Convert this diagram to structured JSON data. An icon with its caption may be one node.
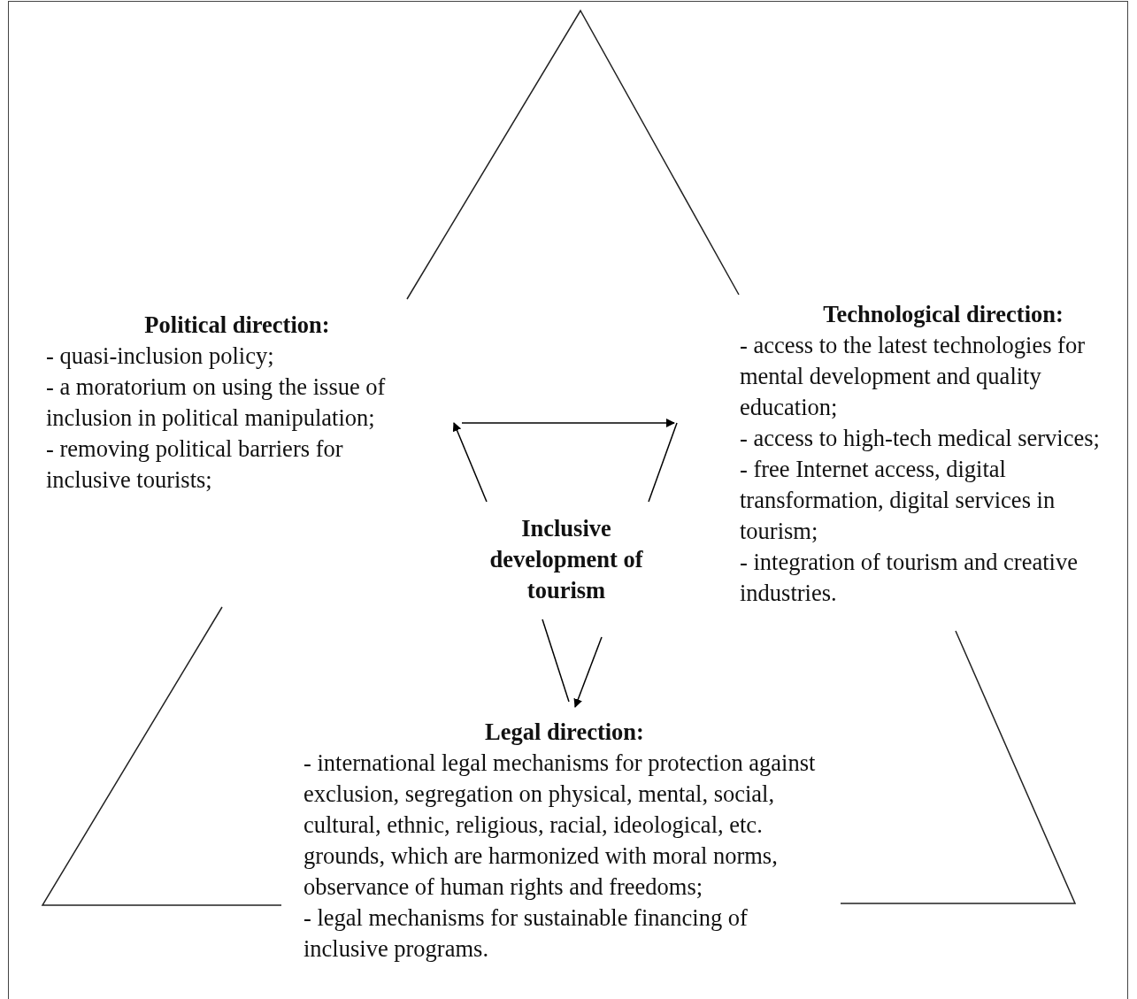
{
  "diagram": {
    "nodes": [
      {
        "text": [
          "Political direction:",
          "- quasi-inclusion policy;",
          "- a moratorium on using the issue of inclusion in political manipulation;",
          "- removing political barriers for inclusive tourists;"
        ]
      },
      {
        "text": [
          "Technological direction:",
          "- access to the latest technologies for mental development and quality education;",
          "- access to high-tech medical services;",
          "- free Internet access, digital transformation, digital services in tourism;",
          "- integration of tourism and creative industries."
        ]
      },
      {
        "text": [
          "Inclusive development of tourism"
        ]
      },
      {
        "text": [
          "Legal direction:",
          "- international legal mechanisms for protection against exclusion, segregation on physical, mental, social, cultural, ethnic, religious, racial, ideological, etc. grounds, which are harmonized with moral norms, observance of human rights and freedoms;",
          "- legal mechanisms for sustainable financing of inclusive programs."
        ]
      }
    ],
    "edges": [
      {
        "from": 2,
        "to": 0,
        "arrow": "to"
      },
      {
        "from": 0,
        "to": 1,
        "arrow": "to"
      },
      {
        "from": 1,
        "to": 2,
        "arrow": "none"
      },
      {
        "from": 2,
        "to": 3,
        "arrow": "none"
      },
      {
        "from": 2,
        "to": 3,
        "arrow": "to"
      }
    ]
  }
}
